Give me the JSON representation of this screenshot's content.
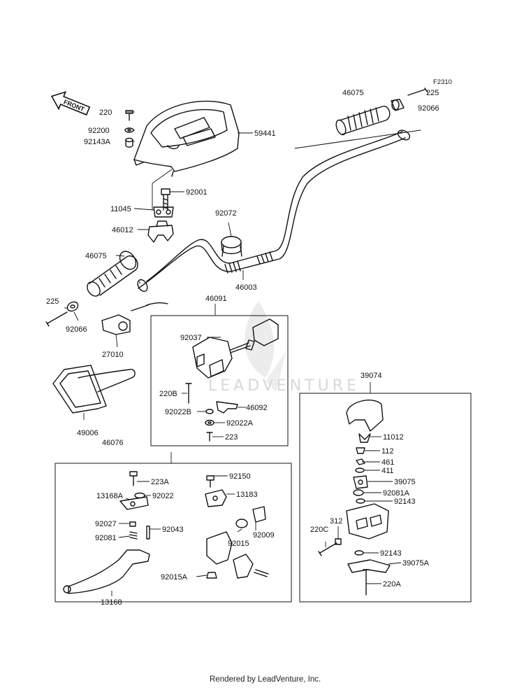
{
  "diagram": {
    "watermark": "LEADVENTURE",
    "footer": "Rendered by LeadVenture, Inc.",
    "front_arrow_label": "FRONT",
    "reference_code": "F2310"
  },
  "callouts": [
    {
      "id": "p220",
      "label": "220"
    },
    {
      "id": "p92200",
      "label": "92200"
    },
    {
      "id": "p92143a",
      "label": "92143A"
    },
    {
      "id": "p59441",
      "label": "59441"
    },
    {
      "id": "p92001",
      "label": "92001"
    },
    {
      "id": "p11045",
      "label": "11045"
    },
    {
      "id": "p46012",
      "label": "46012"
    },
    {
      "id": "p46075r",
      "label": "46075"
    },
    {
      "id": "p225r",
      "label": "225"
    },
    {
      "id": "p92066r",
      "label": "92066"
    },
    {
      "id": "p92072",
      "label": "92072"
    },
    {
      "id": "p46003",
      "label": "46003"
    },
    {
      "id": "p46075l",
      "label": "46075"
    },
    {
      "id": "p225l",
      "label": "225"
    },
    {
      "id": "p92066l",
      "label": "92066"
    },
    {
      "id": "p27010",
      "label": "27010"
    },
    {
      "id": "p49006",
      "label": "49006"
    },
    {
      "id": "p46091",
      "label": "46091"
    },
    {
      "id": "p92037",
      "label": "92037"
    },
    {
      "id": "p220b",
      "label": "220B"
    },
    {
      "id": "p46092",
      "label": "46092"
    },
    {
      "id": "p92022b",
      "label": "92022B"
    },
    {
      "id": "p92022a",
      "label": "92022A"
    },
    {
      "id": "p223",
      "label": "223"
    },
    {
      "id": "p39074",
      "label": "39074"
    },
    {
      "id": "p11012",
      "label": "11012"
    },
    {
      "id": "p112",
      "label": "112"
    },
    {
      "id": "p461",
      "label": "461"
    },
    {
      "id": "p411",
      "label": "411"
    },
    {
      "id": "p39075",
      "label": "39075"
    },
    {
      "id": "p92081a",
      "label": "92081A"
    },
    {
      "id": "p92143a2",
      "label": "92143"
    },
    {
      "id": "p312",
      "label": "312"
    },
    {
      "id": "p220c",
      "label": "220C"
    },
    {
      "id": "p92143b",
      "label": "92143"
    },
    {
      "id": "p39075a",
      "label": "39075A"
    },
    {
      "id": "p220a",
      "label": "220A"
    },
    {
      "id": "p46076",
      "label": "46076"
    },
    {
      "id": "p223a",
      "label": "223A"
    },
    {
      "id": "p13168a",
      "label": "13168A"
    },
    {
      "id": "p92022",
      "label": "92022"
    },
    {
      "id": "p92027",
      "label": "92027"
    },
    {
      "id": "p92043",
      "label": "92043"
    },
    {
      "id": "p92081",
      "label": "92081"
    },
    {
      "id": "p13168",
      "label": "13168"
    },
    {
      "id": "p92150",
      "label": "92150"
    },
    {
      "id": "p13183",
      "label": "13183"
    },
    {
      "id": "p92009",
      "label": "92009"
    },
    {
      "id": "p92015",
      "label": "92015"
    },
    {
      "id": "p92015a",
      "label": "92015A"
    }
  ]
}
